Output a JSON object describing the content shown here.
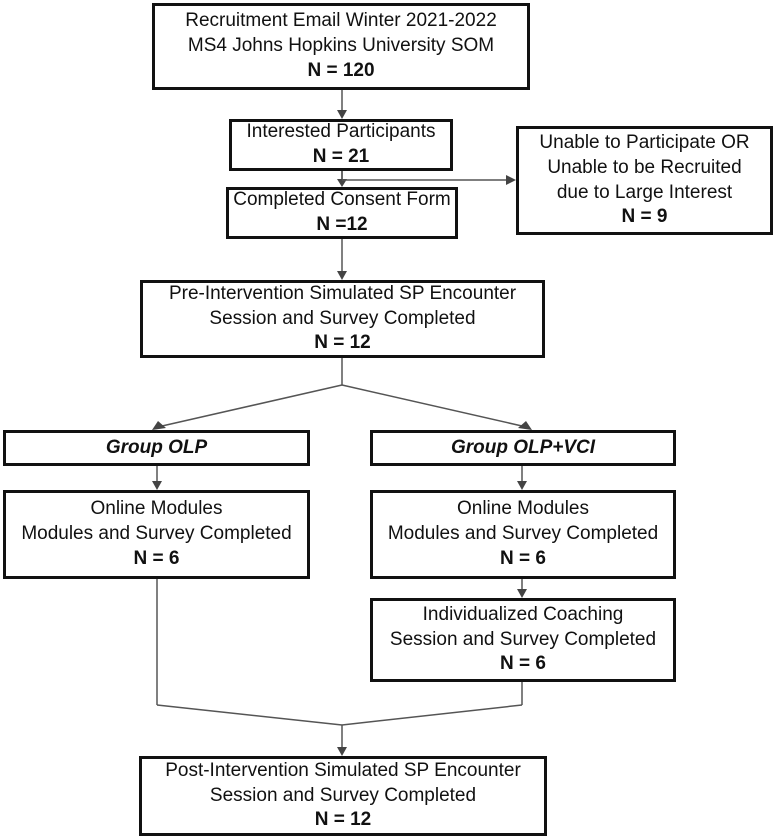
{
  "nodes": {
    "recruitment": {
      "lines": [
        "Recruitment Email Winter 2021-2022",
        "MS4 Johns Hopkins University SOM"
      ],
      "n": "N = 120"
    },
    "interested": {
      "lines": [
        "Interested Participants"
      ],
      "n": "N = 21"
    },
    "unable": {
      "lines": [
        "Unable to Participate OR",
        "Unable to be Recruited",
        "due to Large Interest"
      ],
      "n": "N = 9"
    },
    "consent": {
      "lines": [
        "Completed Consent Form"
      ],
      "n": "N =12"
    },
    "pre": {
      "lines": [
        "Pre-Intervention Simulated SP Encounter",
        "Session and Survey Completed"
      ],
      "n": "N = 12"
    },
    "group_olp": {
      "label": "Group OLP"
    },
    "group_vci": {
      "label": "Group OLP+VCI"
    },
    "modules_olp": {
      "lines": [
        "Online Modules",
        "Modules and Survey Completed"
      ],
      "n": "N = 6"
    },
    "modules_vci": {
      "lines": [
        "Online Modules",
        "Modules and Survey Completed"
      ],
      "n": "N = 6"
    },
    "coaching": {
      "lines": [
        "Individualized Coaching",
        "Session and Survey Completed"
      ],
      "n": "N = 6"
    },
    "post": {
      "lines": [
        "Post-Intervention Simulated SP Encounter",
        "Session and Survey Completed"
      ],
      "n": "N = 12"
    }
  }
}
